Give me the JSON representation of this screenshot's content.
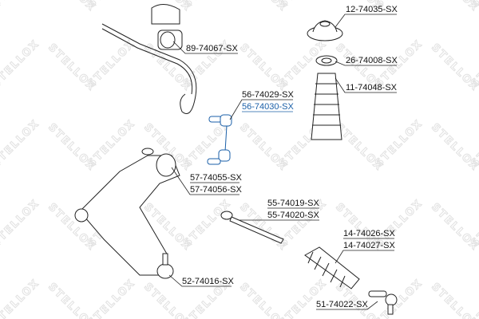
{
  "watermark": "STELLOX",
  "highlight_color": "#1a5fa8",
  "parts": [
    {
      "id": "stabilizer-bushing",
      "labels": [
        "89-74067-SX"
      ]
    },
    {
      "id": "strut-mount",
      "labels": [
        "12-74035-SX"
      ]
    },
    {
      "id": "strut-bearing",
      "labels": [
        "26-74008-SX"
      ]
    },
    {
      "id": "strut-boot",
      "labels": [
        "11-74048-SX"
      ]
    },
    {
      "id": "stabilizer-link",
      "labels": [
        "56-74029-SX",
        "56-74030-SX"
      ],
      "highlighted_label": "56-74030-SX"
    },
    {
      "id": "control-arm",
      "labels": [
        "57-74055-SX",
        "57-74056-SX"
      ]
    },
    {
      "id": "tie-rod",
      "labels": [
        "55-74019-SX",
        "55-74020-SX"
      ]
    },
    {
      "id": "steering-boot",
      "labels": [
        "14-74026-SX",
        "14-74027-SX"
      ]
    },
    {
      "id": "ball-joint",
      "labels": [
        "52-74016-SX"
      ]
    },
    {
      "id": "tie-rod-end",
      "labels": [
        "51-74022-SX"
      ]
    }
  ]
}
